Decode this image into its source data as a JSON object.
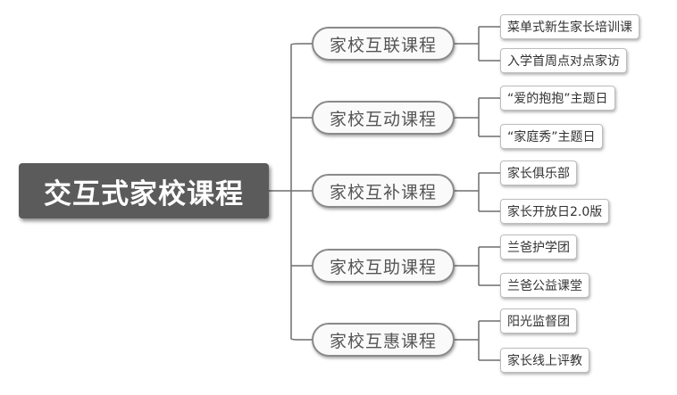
{
  "root": {
    "label": "交互式家校课程"
  },
  "branches": [
    {
      "label": "家校互联课程",
      "children": [
        "菜单式新生家长培训课",
        "入学首周点对点家访"
      ]
    },
    {
      "label": "家校互动课程",
      "children": [
        "“爱的抱抱”主题日",
        "“家庭秀”主题日"
      ]
    },
    {
      "label": "家校互补课程",
      "children": [
        "家长俱乐部",
        "家长开放日2.0版"
      ]
    },
    {
      "label": "家校互助课程",
      "children": [
        "兰爸护学团",
        "兰爸公益课堂"
      ]
    },
    {
      "label": "家校互惠课程",
      "children": [
        "阳光监督团",
        "家长线上评教"
      ]
    }
  ]
}
